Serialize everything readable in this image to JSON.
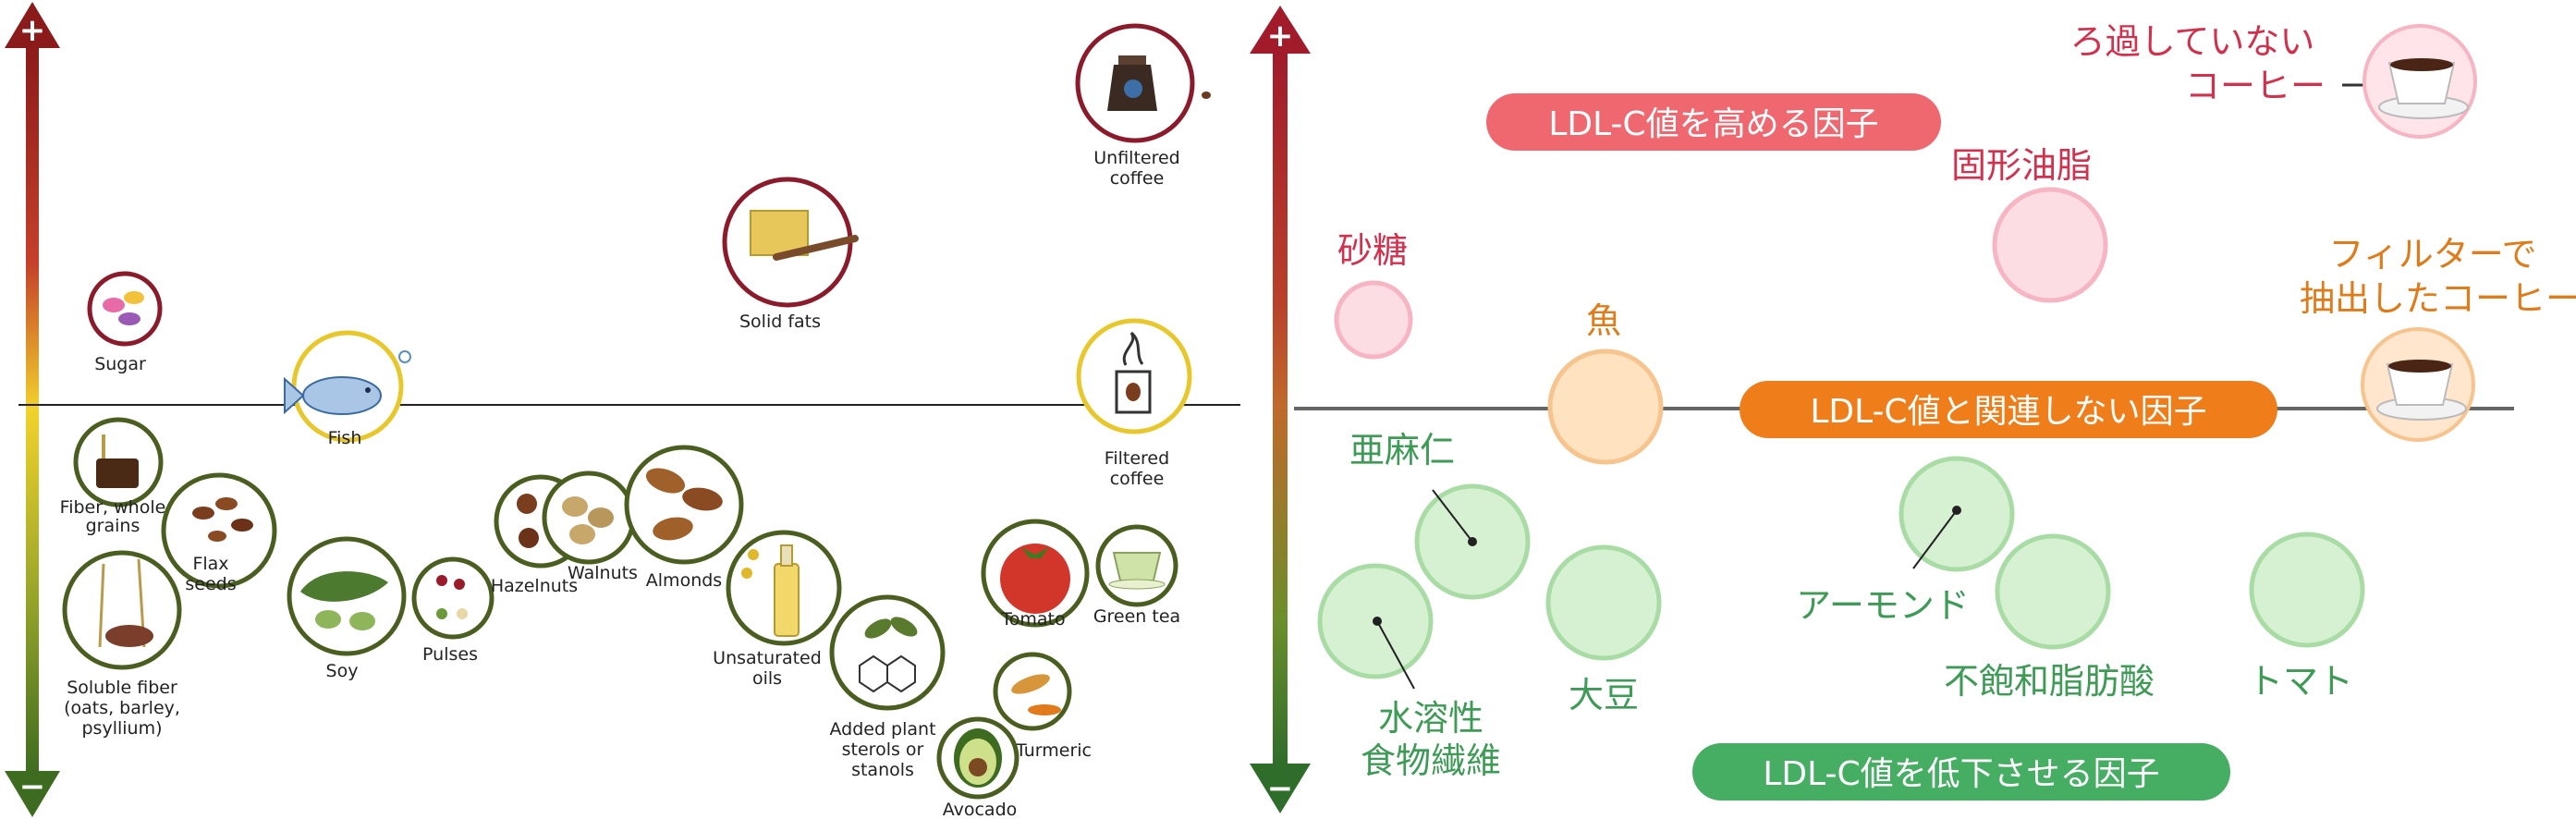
{
  "left_panel": {
    "items": {
      "sugar": "Sugar",
      "fish": "Fish",
      "solid_fats": "Solid fats",
      "unfiltered_coffee": [
        "Unfiltered",
        "coffee"
      ],
      "filtered_coffee": [
        "Filtered",
        "coffee"
      ],
      "fiber_whole_grains": [
        "Fiber, whole",
        "grains"
      ],
      "soluble_fiber": [
        "Soluble fiber",
        "(oats, barley,",
        "psyllium)"
      ],
      "flax_seeds": [
        "Flax",
        "seeds"
      ],
      "soy": "Soy",
      "pulses": "Pulses",
      "hazelnuts": "Hazelnuts",
      "walnuts": "Walnuts",
      "almonds": "Almonds",
      "unsaturated_oils": [
        "Unsaturated",
        "oils"
      ],
      "added_plant_sterols": [
        "Added plant",
        "sterols or",
        "stanols"
      ],
      "tomato": "Tomato",
      "green_tea": "Green tea",
      "turmeric": "Turmeric",
      "avocado": "Avocado"
    },
    "axis": {
      "plus": "+",
      "minus": "−"
    }
  },
  "right_panel": {
    "categories": {
      "raise": "LDL-C値を高める因子",
      "neutral": "LDL-C値と関連しない因子",
      "lower": "LDL-C値を低下させる因子"
    },
    "items": {
      "unfiltered_coffee": [
        "ろ過していない",
        "コーヒー"
      ],
      "solid_fat": "固形油脂",
      "sugar": "砂糖",
      "filtered_coffee": [
        "フィルターで",
        "抽出したコーヒー"
      ],
      "fish": "魚",
      "flax": "亜麻仁",
      "soluble_fiber": [
        "水溶性",
        "食物繊維"
      ],
      "soy": "大豆",
      "almond": "アーモンド",
      "unsaturated_fat": "不飽和脂肪酸",
      "tomato": "トマト"
    },
    "axis": {
      "plus": "+",
      "minus": "−"
    }
  },
  "colors": {
    "axis_top": "#8b1a1a",
    "axis_mid": "#e0b528",
    "axis_bottom": "#3d6b1f",
    "pill_raise": "#f0686f",
    "pill_neutral": "#ef7d1a",
    "pill_lower": "#45ae62"
  }
}
